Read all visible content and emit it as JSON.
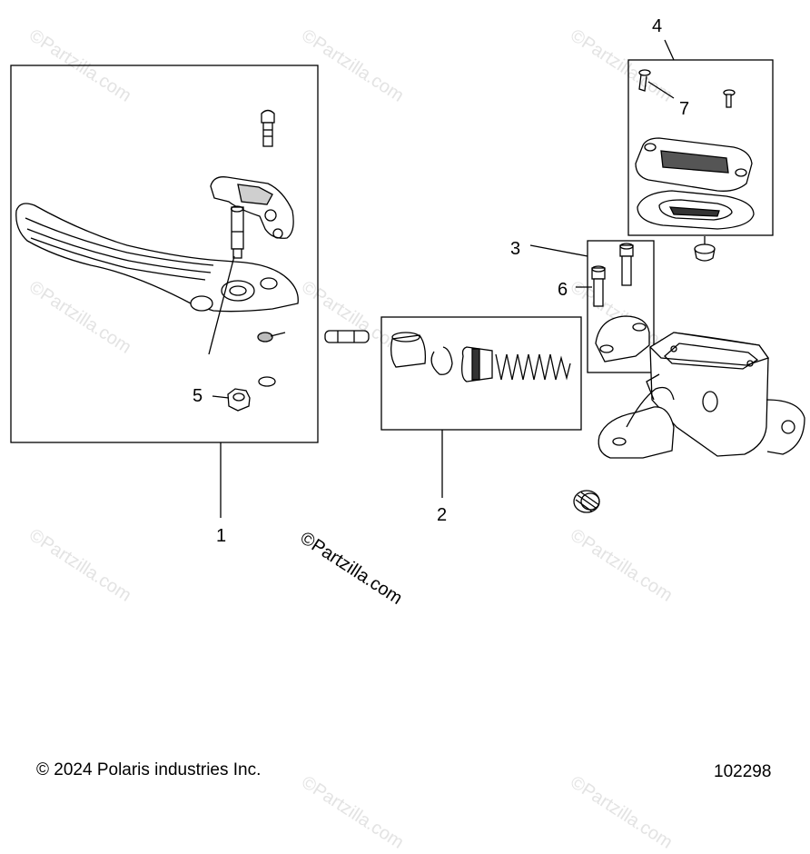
{
  "diagram": {
    "callouts": [
      "1",
      "2",
      "3",
      "4",
      "5",
      "6",
      "7"
    ],
    "watermark_text": "©Partzilla.com",
    "main_watermark": "©Partzilla.com",
    "copyright": "© 2024 Polaris industries Inc.",
    "diagram_number": "102298"
  }
}
